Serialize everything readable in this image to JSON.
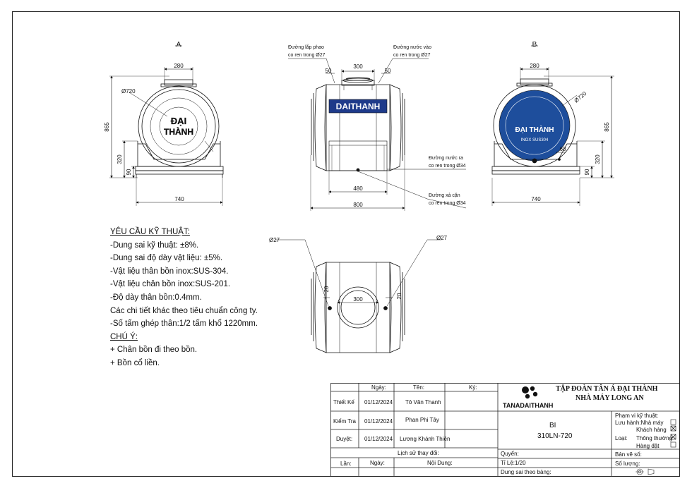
{
  "views": {
    "view_a_label": "A",
    "view_b_label": "B",
    "dimensions": {
      "a_top": "280",
      "a_diameter": "Ø720",
      "a_height": "865",
      "a_leg_height": "320",
      "a_base_height": "90",
      "a_width": "740",
      "front_top": "300",
      "front_left_gap": "50",
      "front_right_gap": "50",
      "front_base": "480",
      "front_width": "800",
      "b_top": "280",
      "b_diameter": "Ø720",
      "b_height": "865",
      "b_leg_height": "320",
      "b_base_height": "90",
      "b_width": "740",
      "b_offset": "60",
      "bottom_hole_left": "Ø27",
      "bottom_hole_right": "Ø27",
      "bottom_center": "300",
      "bottom_left": "20",
      "bottom_right": "20"
    },
    "callouts": {
      "float_line_1": "Đường lắp phao",
      "float_line_2": "co ren trong Ø27",
      "inlet_line_1": "Đường nước vào",
      "inlet_line_2": "co ren trong Ø27",
      "outlet_line_1": "Đường nước ra",
      "outlet_line_2": "co ren trong Ø34",
      "drain_line_1": "Đường xả cặn",
      "drain_line_2": "co ren trong Ø34"
    },
    "brand_text": "DAITHANH",
    "brand_a_1": "ĐẠI",
    "brand_a_2": "THÀNH",
    "brand_b_1": "ĐẠI THÀNH",
    "brand_b_2": "INOX SUS304"
  },
  "notes": {
    "heading": "YÊU CẦU KỸ THUẬT:",
    "lines": [
      "-Dung sai kỹ thuật: ±8%.",
      "-Dung sai độ dày vật liệu: ±5%.",
      "-Vật liệu thân bồn inox:SUS-304.",
      "-Vật liệu chân bồn inox:SUS-201.",
      "-Độ dày thân bồn:0.4mm.",
      "Các chi tiết khác theo tiêu chuẩn công ty.",
      "-Số tấm ghép thân:1/2 tấm khổ 1220mm."
    ],
    "note_heading": "CHÚ Ý:",
    "note_lines": [
      "+ Chân bồn đi theo bồn.",
      "+ Bồn cổ liền."
    ]
  },
  "title_block": {
    "col_date": "Ngày:",
    "col_name": "Tên:",
    "col_sign": "Ký:",
    "rows": [
      {
        "role": "Thiết Kế",
        "date": "01/12/2024",
        "name": "Tô Văn Thanh"
      },
      {
        "role": "Kiểm Tra",
        "date": "01/12/2024",
        "name": "Phan Phi Tây"
      },
      {
        "role": "Duyệt:",
        "date": "01/12/2024",
        "name": "Lương Khánh Thiên"
      }
    ],
    "history": "Lịch sử thay đổi:",
    "rev_label": "Lần:",
    "rev_date": "Ngày:",
    "rev_content": "Nội Dung:",
    "company_1": "TẬP ĐOÀN TÂN Á ĐẠI THÀNH",
    "company_2": "NHÀ MÁY LONG AN",
    "logo_text": "TANADAITHANH",
    "product_1": "BI",
    "product_2": "310LN-720",
    "book": "Quyển:",
    "scale": "Tỉ Lệ:1/20",
    "tolerance": "Dung sai theo bảng:",
    "scope_heading": "Phạm vi kỹ thuật:",
    "scope_1": "Lưu hành:Nhà máy",
    "scope_2": "Khách hàng",
    "type_label": "Loại:",
    "type_1": "Thông thường",
    "type_2": "Hàng đặt",
    "drawing_no": "Bản vẽ số:",
    "quantity": "Số lượng:",
    "checks": {
      "nha_may": false,
      "khach_hang": true,
      "thong_thuong": true,
      "hang_dat": false
    }
  }
}
